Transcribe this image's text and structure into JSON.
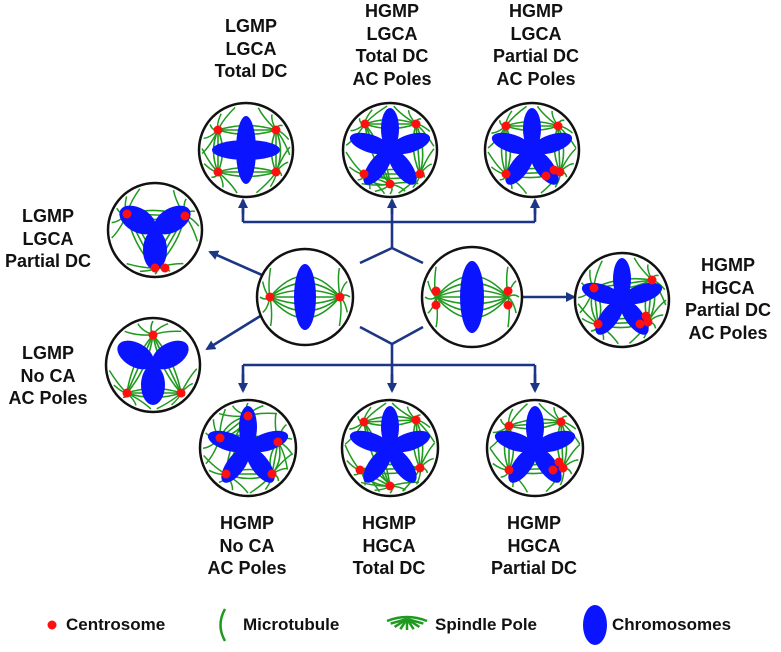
{
  "colors": {
    "centrosome": "#ff1010",
    "microtubule": "#1f9a1f",
    "chromosome": "#0a14ff",
    "arrow": "#1c3585",
    "outline": "#111111"
  },
  "phenotypes": {
    "top_left": [
      "LGMP",
      "LGCA",
      "Total DC"
    ],
    "top_middle": [
      "HGMP",
      "LGCA",
      "Total DC",
      "AC Poles"
    ],
    "top_right": [
      "HGMP",
      "LGCA",
      "Partial DC",
      "AC Poles"
    ],
    "left_upper": [
      "LGMP",
      "LGCA",
      "Partial DC"
    ],
    "left_lower": [
      "LGMP",
      "No CA",
      "AC Poles"
    ],
    "right": [
      "HGMP",
      "HGCA",
      "Partial DC",
      "AC Poles"
    ],
    "bottom_left": [
      "HGMP",
      "No CA",
      "AC Poles"
    ],
    "bottom_middle": [
      "HGMP",
      "HGCA",
      "Total DC"
    ],
    "bottom_right": [
      "HGMP",
      "HGCA",
      "Partial DC"
    ]
  },
  "legend": {
    "centrosome": "Centrosome",
    "microtubule": "Microtubule",
    "spindle_pole": "Spindle Pole",
    "chromosomes": "Chromosomes"
  }
}
